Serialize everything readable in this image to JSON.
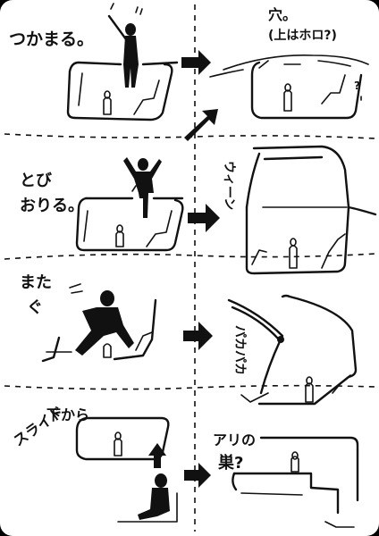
{
  "rows": [
    {
      "left_caption": "つかまる。",
      "right_caption_1": "穴。",
      "right_caption_2": "(上はホロ?)",
      "right_caption_3": "?"
    },
    {
      "left_caption_1": "とび",
      "left_caption_2": "おりる。",
      "right_caption": "ウィーン"
    },
    {
      "left_caption_1": "また",
      "left_caption_2": "ぐ",
      "right_caption": "パカパカ"
    },
    {
      "left_caption_1": "下から",
      "left_caption_2": "スライド",
      "right_caption_1": "アリの",
      "right_caption_2": "巣?"
    }
  ]
}
